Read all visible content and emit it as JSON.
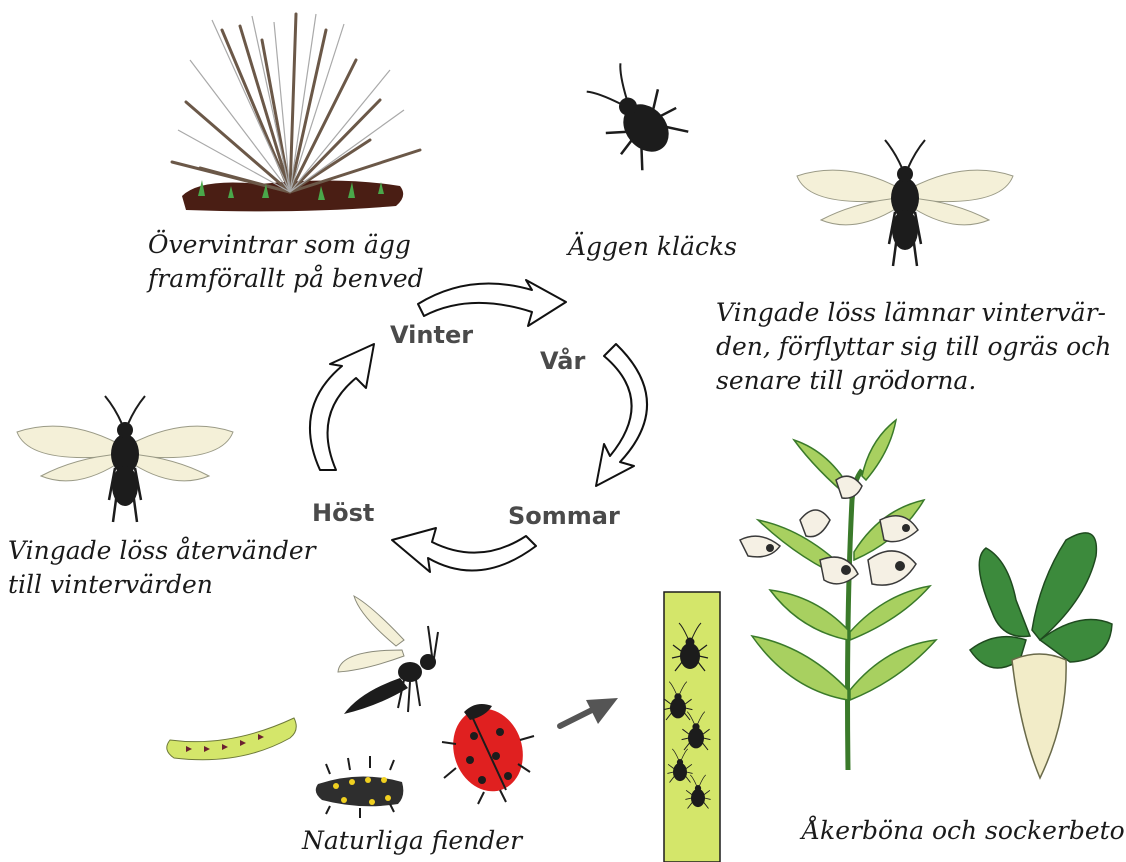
{
  "captions": {
    "overwinter": [
      "Övervintrar som ägg",
      "framförallt på benved"
    ],
    "hatch": [
      "Äggen kläcks"
    ],
    "winged_leave": [
      "Vingade löss lämnar vintervär-",
      "den, förflyttar sig till ogräs och",
      "senare till grödorna."
    ],
    "winged_return": [
      "Vingade löss återvänder",
      "till vintervärden"
    ],
    "enemies": [
      "Naturliga fiender"
    ],
    "crops": [
      "Åkerböna och sockerbetor"
    ]
  },
  "seasons": {
    "winter": "Vinter",
    "spring": "Vår",
    "summer": "Sommar",
    "autumn": "Höst"
  },
  "colors": {
    "aphid": "#1c1c1c",
    "wing": "#f4f0d8",
    "stem": "#d4e66a",
    "leaf": "#a8d060",
    "ladybird": "#e02020",
    "beet_leaf": "#3c8a3c",
    "beet_root": "#f2ecc8",
    "twig": "#6b5848",
    "soil": "#4a1e14"
  }
}
